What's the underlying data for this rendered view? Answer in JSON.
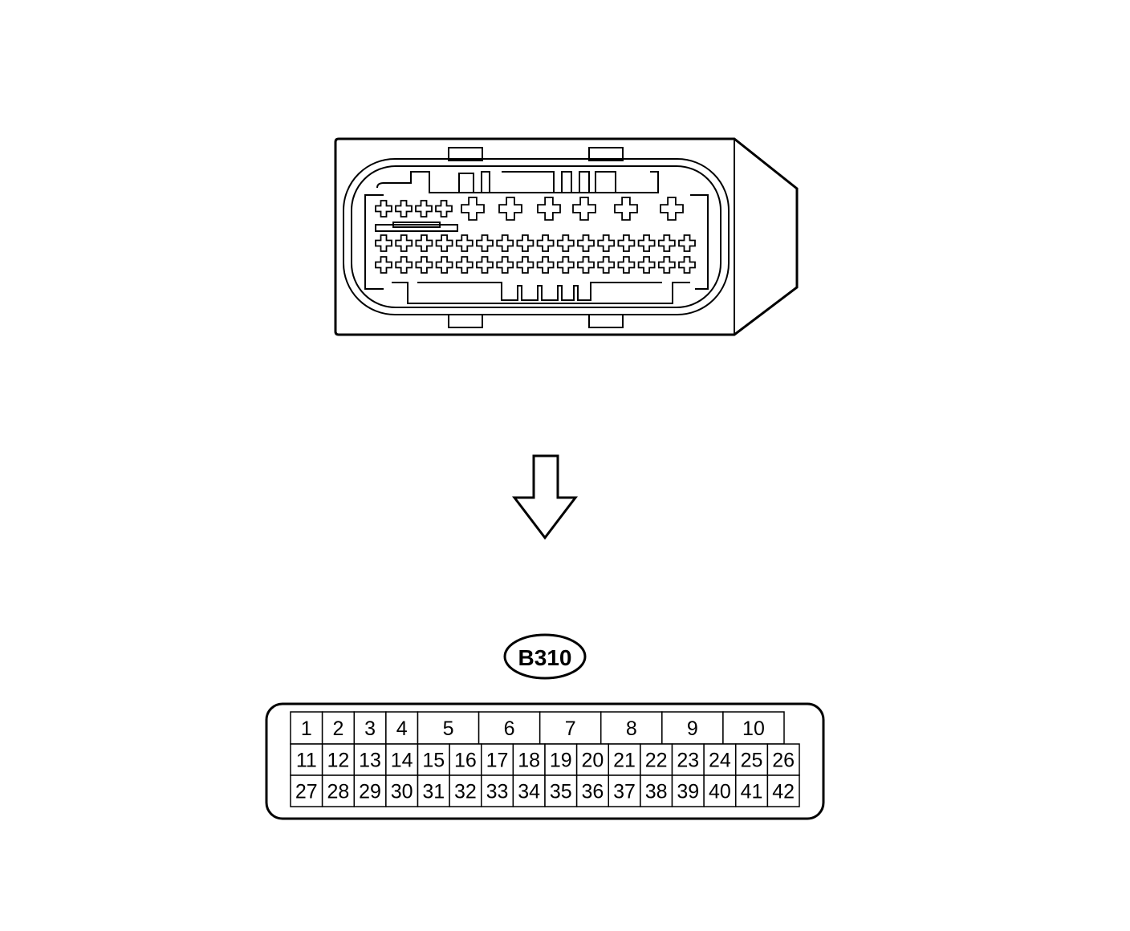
{
  "connector_label": "B310",
  "pin_table": {
    "top_row": [
      "1",
      "2",
      "3",
      "4",
      "5",
      "6",
      "7",
      "8",
      "9",
      "10"
    ],
    "middle_row": [
      "11",
      "12",
      "13",
      "14",
      "15",
      "16",
      "17",
      "18",
      "19",
      "20",
      "21",
      "22",
      "23",
      "24",
      "25",
      "26"
    ],
    "bottom_row": [
      "27",
      "28",
      "29",
      "30",
      "31",
      "32",
      "33",
      "34",
      "35",
      "36",
      "37",
      "38",
      "39",
      "40",
      "41",
      "42"
    ]
  },
  "colors": {
    "line": "#000000",
    "background": "#ffffff"
  }
}
